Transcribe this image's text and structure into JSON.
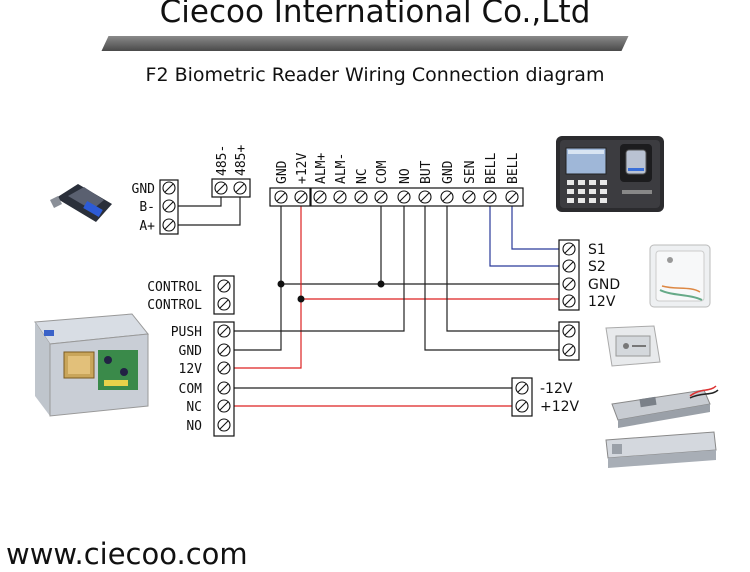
{
  "header": {
    "company": "Ciecoo International Co.,Ltd"
  },
  "subtitle": "F2 Biometric Reader Wiring Connection diagram",
  "footer": {
    "url": "www.ciecoo.com"
  },
  "converter": {
    "labels": [
      "GND",
      "B-",
      "A+"
    ]
  },
  "rs485_block": {
    "labels": [
      "485-",
      "485+"
    ]
  },
  "reader_block": {
    "labels": [
      "GND",
      "+12V",
      "ALM+",
      "ALM-",
      "NC",
      "COM",
      "NO",
      "BUT",
      "GND",
      "SEN",
      "BELL",
      "BELL"
    ]
  },
  "bell_block": {
    "labels": [
      "S1",
      "S2",
      "GND",
      "12V"
    ]
  },
  "control_block": {
    "labels": [
      "CONTROL",
      "CONTROL"
    ]
  },
  "psu_block": {
    "labels": [
      "PUSH",
      "GND",
      "12V",
      "COM",
      "NC",
      "NO"
    ]
  },
  "lock_block": {
    "labels": [
      "-12V",
      "+12V"
    ]
  },
  "colors": {
    "wire_black": "#222222",
    "wire_red": "#dd2222",
    "wire_blue": "#2a3a9a"
  }
}
